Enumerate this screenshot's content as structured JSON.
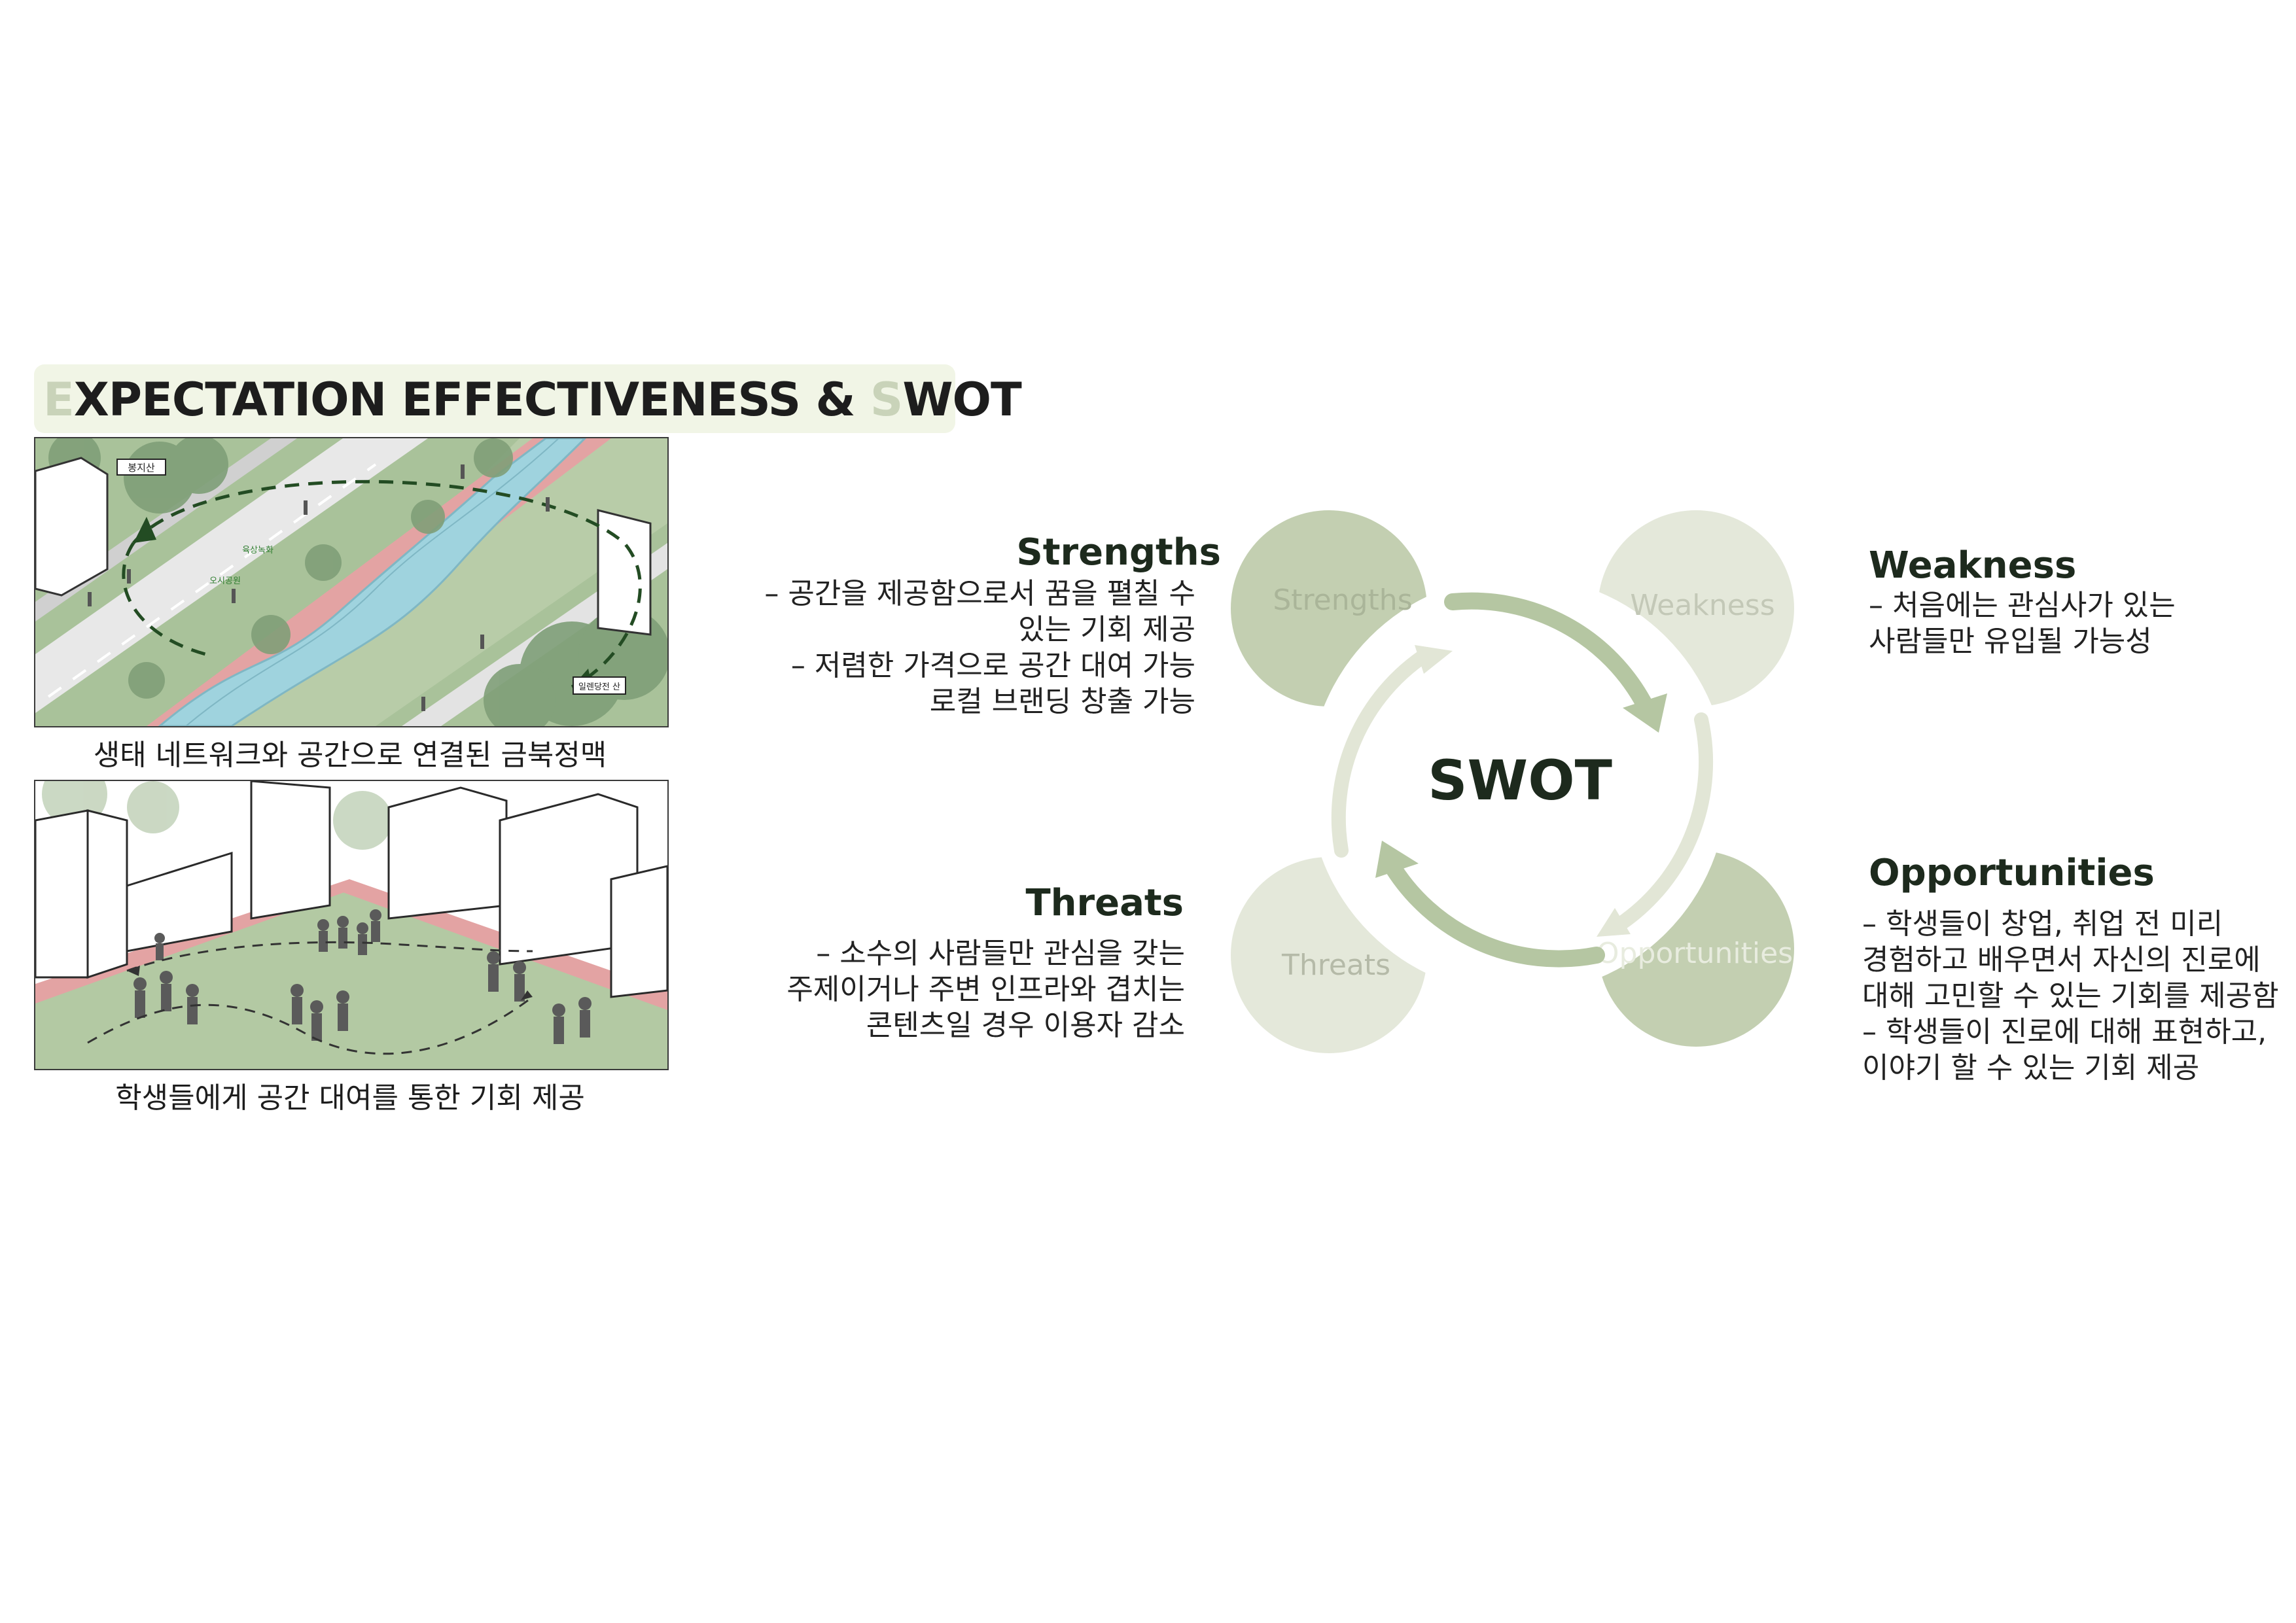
{
  "title": {
    "first_a": "E",
    "rest_a": "XPECTATION EFFECTIVENESS & ",
    "first_b": "S",
    "rest_b": "WOT"
  },
  "illustration_top": {
    "caption": "생태 네트워크와 공간으로 연결된 금북정맥",
    "labels": [
      "봉지산",
      "오시공원",
      "육상녹화",
      "일렌당전 산"
    ]
  },
  "illustration_bottom": {
    "caption": "학생들에게 공간 대여를 통한 기회 제공"
  },
  "swot": {
    "center": "SWOT",
    "quadrants": {
      "strengths": "Strengths",
      "weakness": "Weakness",
      "threats": "Threats",
      "opportunities": "Opportunities"
    },
    "colors": {
      "dark_green": "#c3cfb1",
      "light_green": "#e4e8da",
      "arrow_dark": "#b5c6a2",
      "arrow_light": "#e2e6d6"
    },
    "strengths": {
      "heading": "Strengths",
      "lines": [
        "– 공간을 제공함으로서 꿈을 펼칠 수",
        "있는 기회 제공",
        "– 저렴한 가격으로 공간 대여 가능",
        "로컬 브랜딩 창출 가능"
      ]
    },
    "weakness": {
      "heading": "Weakness",
      "lines": [
        "– 처음에는 관심사가 있는",
        "사람들만 유입될 가능성"
      ]
    },
    "threats": {
      "heading": "Threats",
      "lines": [
        "– 소수의 사람들만 관심을 갖는",
        "주제이거나 주변 인프라와 겹치는",
        "콘텐츠일 경우 이용자 감소"
      ]
    },
    "opportunities": {
      "heading": "Opportunities",
      "lines": [
        "– 학생들이 창업, 취업 전 미리",
        "경험하고 배우면서 자신의 진로에",
        "대해 고민할 수 있는 기회를 제공함",
        "– 학생들이 진로에 대해 표현하고,",
        "이야기 할 수 있는 기회 제공"
      ]
    }
  }
}
